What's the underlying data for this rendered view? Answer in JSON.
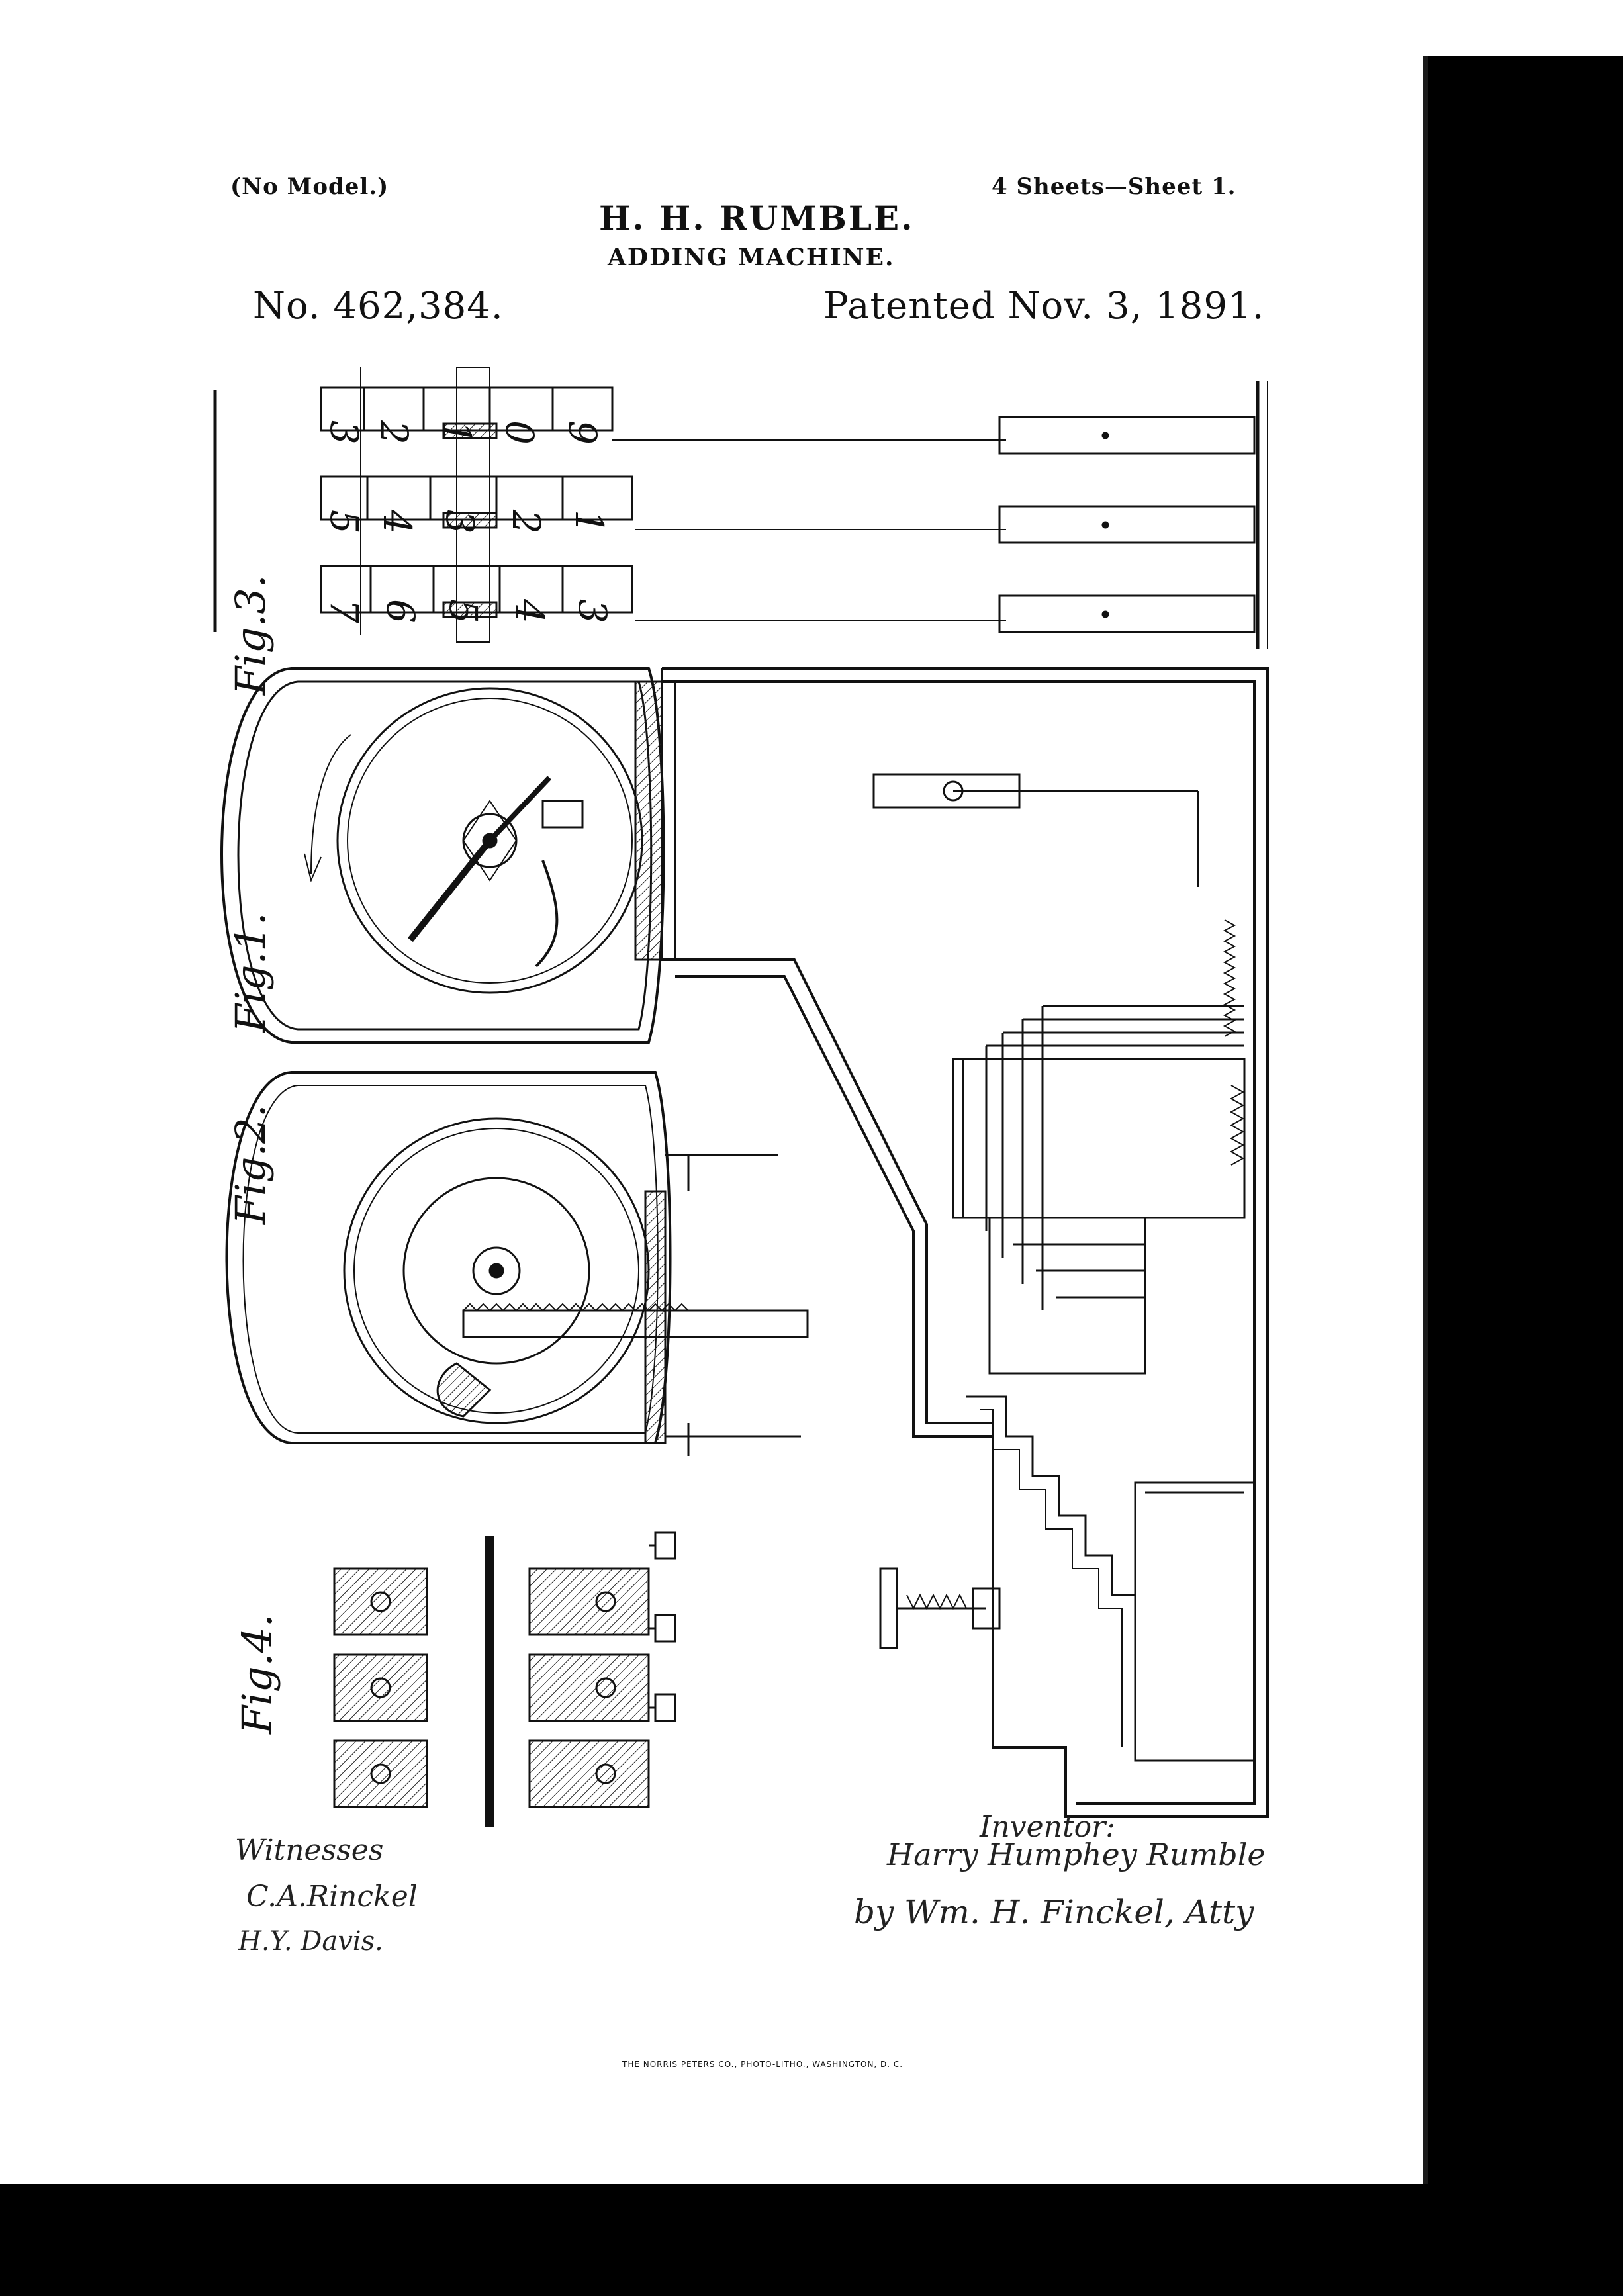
{
  "header": {
    "no_model": "(No Model.)",
    "sheets": "4 Sheets—Sheet 1.",
    "inventor": "H. H. RUMBLE.",
    "title": "ADDING MACHINE.",
    "patent_number": "No. 462,384.",
    "patented": "Patented Nov. 3, 1891."
  },
  "figures": {
    "fig1": "Fig.1.",
    "fig2": "Fig.2.",
    "fig3": "Fig.3.",
    "fig4": "Fig.4."
  },
  "counter_wheels": [
    {
      "digits": [
        "3",
        "2",
        "1",
        "0",
        "9"
      ]
    },
    {
      "digits": [
        "5",
        "4",
        "3",
        "2",
        "1"
      ]
    },
    {
      "digits": [
        "7",
        "6",
        "5",
        "4",
        "3"
      ]
    }
  ],
  "signatures": {
    "witnesses_label": "Witnesses",
    "witness_1": "C.A.Rinckel",
    "witness_2": "H.Y. Davis.",
    "inventor_label": "Inventor:",
    "inventor_signature": "Harry Humphey Rumble",
    "attorney_signature": "by Wm. H. Finckel, Atty"
  },
  "footer": {
    "imprint": "THE NORRIS PETERS CO., PHOTO-LITHO., WASHINGTON, D. C."
  },
  "colors": {
    "ink": "#111111",
    "paper": "#ffffff",
    "scan_border": "#000000"
  }
}
